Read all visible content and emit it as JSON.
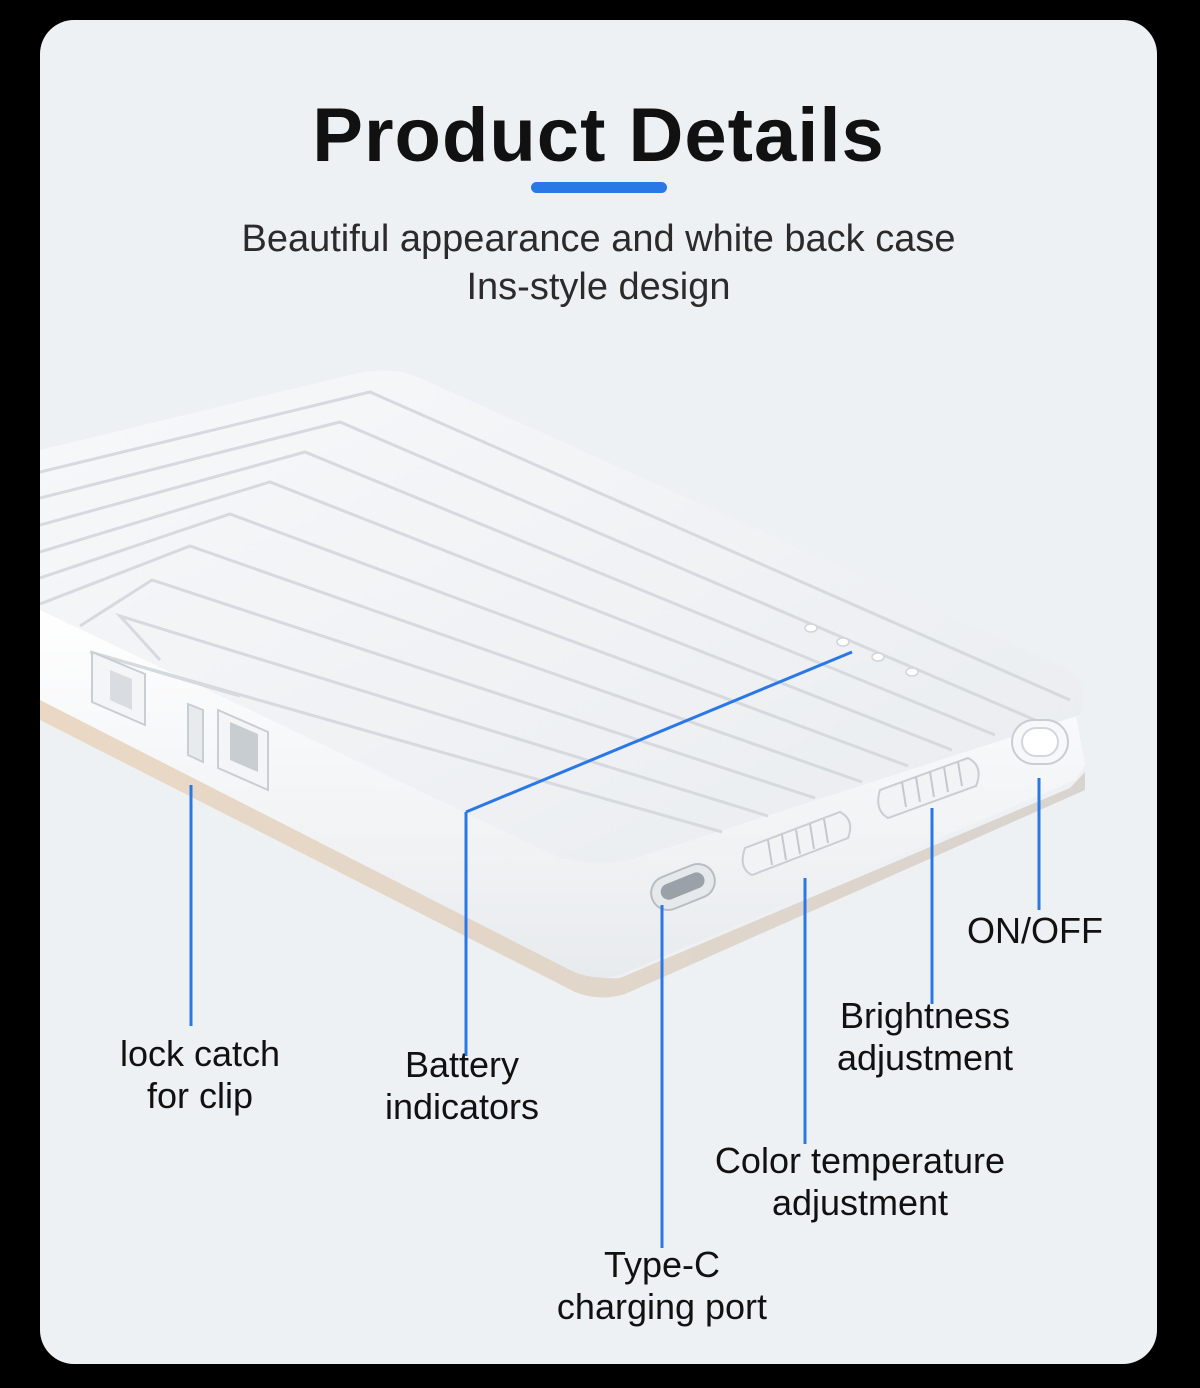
{
  "header": {
    "title": "Product Details",
    "subtitle_line1": "Beautiful appearance and white back case",
    "subtitle_line2": "Ins-style design"
  },
  "callouts": {
    "lock_catch": [
      "lock catch",
      "for clip"
    ],
    "battery": [
      "Battery",
      "indicators"
    ],
    "type_c": [
      "Type-C",
      "charging port"
    ],
    "color_temp": [
      "Color temperature",
      "adjustment"
    ],
    "brightness": [
      "Brightness",
      "adjustment"
    ],
    "power": "ON/OFF"
  },
  "colors": {
    "accent": "#2a78e6",
    "card_background": "#eef1f4",
    "device_body": "#ffffff",
    "callout_line": "#2a78e6"
  },
  "icons": [
    "lock-catch-icon",
    "battery-led-icon",
    "usb-c-port-icon",
    "dial-icon",
    "power-switch-icon"
  ]
}
